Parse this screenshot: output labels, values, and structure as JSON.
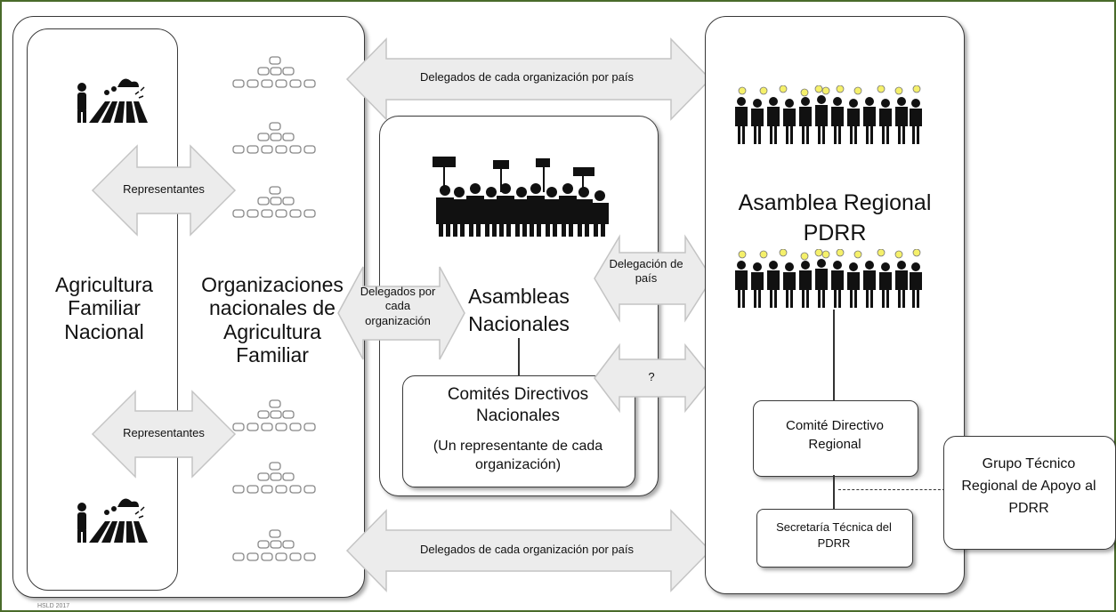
{
  "left_panel": {
    "inner_title": "Agricultura Familiar Nacional",
    "orgs_title": "Organizaciones nacionales de Agricultura Familiar",
    "arrow_top_label": "Representantes",
    "arrow_bottom_label": "Representantes",
    "farmer_icon": "farmer-field-icon",
    "org_icon": "organization-pyramid-icon"
  },
  "top_arrow_label": "Delegados de cada organización por país",
  "bottom_arrow_label": "Delegados de cada organización por país",
  "middle_arrow_label": "Delegados por cada organización",
  "national_panel": {
    "assemblies_title": "Asambleas Nacionales",
    "committee_title": "Comités Directivos Nacionales",
    "committee_subtitle": "(Un representante de cada organización)",
    "crowd_icon": "protest-crowd-icon"
  },
  "country_arrow_label": "Delegación de país",
  "question_arrow_label": "?",
  "regional_panel": {
    "assembly_title": "Asamblea Regional PDRR",
    "committee": "Comité Directivo Regional",
    "secretariat": "Secretaría Técnica del PDRR",
    "people_icon": "people-idea-icon"
  },
  "technical_group": "Grupo Técnico Regional de Apoyo al PDRR",
  "footnote": "HSLD 2017",
  "colors": {
    "border": "#4a6b2a",
    "arrow_fill": "#ececec",
    "arrow_stroke": "#c4c4c4",
    "bulb": "#f5f06a"
  }
}
